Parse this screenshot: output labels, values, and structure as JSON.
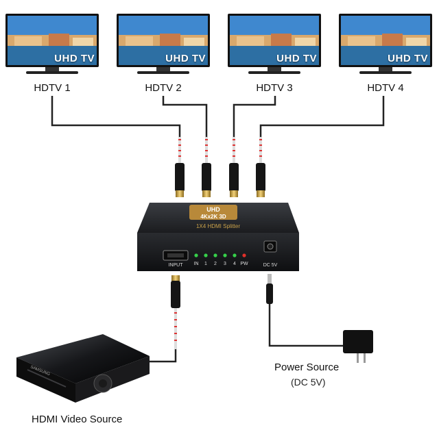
{
  "tvs": [
    {
      "label": "HDTV 1",
      "brand": "UHD TV"
    },
    {
      "label": "HDTV 2",
      "brand": "UHD TV"
    },
    {
      "label": "HDTV 3",
      "brand": "UHD TV"
    },
    {
      "label": "HDTV 4",
      "brand": "UHD TV"
    }
  ],
  "splitter": {
    "badge_line1": "UHD",
    "badge_line2": "4Kx2K 3D",
    "model": "1X4 HDMI Splitter",
    "input_label": "INPUT",
    "dc_label": "DC 5V",
    "leds": [
      "IN",
      "1",
      "2",
      "3",
      "4",
      "PW"
    ],
    "led_colors": [
      "#36d04a",
      "#36d04a",
      "#36d04a",
      "#36d04a",
      "#36d04a",
      "#e0302a"
    ]
  },
  "player_brand": "SAMSUNG",
  "power_source": {
    "title": "Power Source",
    "subtitle": "(DC 5V)"
  },
  "video_source": "HDMI Video Source"
}
